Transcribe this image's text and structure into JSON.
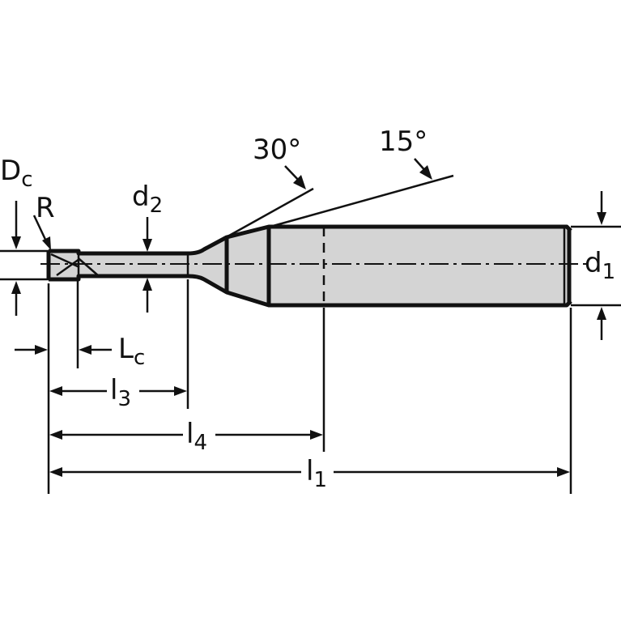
{
  "labels": {
    "dc": {
      "main": "D",
      "sub": "c"
    },
    "r": {
      "main": "R"
    },
    "d2": {
      "main": "d",
      "sub": "2"
    },
    "d1": {
      "main": "d",
      "sub": "1"
    },
    "lc": {
      "main": "L",
      "sub": "c"
    },
    "l3": {
      "main": "l",
      "sub": "3"
    },
    "l4": {
      "main": "l",
      "sub": "4"
    },
    "l1": {
      "main": "l",
      "sub": "1"
    },
    "angle30": "30°",
    "angle15": "15°"
  },
  "colors": {
    "ink": "#111111",
    "shank_fill": "#d4d4d4",
    "background": "#ffffff"
  }
}
